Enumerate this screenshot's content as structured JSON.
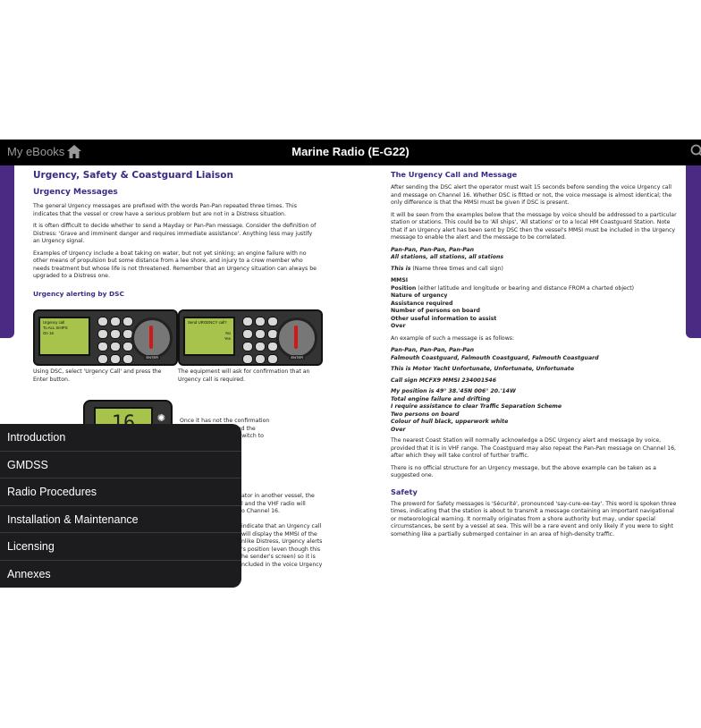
{
  "topbar": {
    "back_label": "My eBooks",
    "title": "Marine Radio (E-G22)"
  },
  "left_page": {
    "section_title": "Urgency, Safety & Coastguard Liaison",
    "subheading": "Urgency Messages",
    "p1": "The general Urgency messages are prefixed with the words Pan-Pan repeated three times. This indicates that the vessel or crew have a serious problem but are not in a Distress situation.",
    "p2": "It is often difficult to decide whether to send a Mayday or Pan-Pan message. Consider the definition of Distress: 'Grave and imminent danger and requires immediate assistance'. Anything less may justify an Urgency signal.",
    "p3": "Examples of Urgency include a boat taking on water, but not yet sinking; an engine failure with no other means of propulsion but some distance from a lee shore, and injury to a crew member who needs treatment but whose life is not threatened. Remember that an Urgency situation can always be upgraded to a Distress one.",
    "dsc_heading": "Urgency alerting by DSC",
    "radio1_screen": [
      "Urgency call",
      "To ALL SHIPS",
      "On 16"
    ],
    "radio2_screen": [
      "Send URGENCY call?",
      "No",
      "Yes"
    ],
    "radio_enter": "ENTER",
    "caption1": "Using DSC, select 'Urgency Call' and press the Enter button.",
    "caption2": "The equipment will ask for confirmation that an Urgency call is required.",
    "mini_screen": "16",
    "partial_lines_a": [
      "Once it has not the confirmation",
      "rt and the",
      "switch to"
    ],
    "partial_lines_b": [
      "ator in another vessel, the",
      "l and the VHF radio will",
      "o Channel 16."
    ],
    "partial_lines_c": [
      "indicate that an Urgency call",
      "will display the MMSI of the",
      "nlike Distress, Urgency alerts",
      "'s position (even though this",
      "he sender's screen) so it is",
      "ncluded in the voice Urgency"
    ]
  },
  "right_page": {
    "heading": "The Urgency Call and Message",
    "p1": "After sending the DSC alert the operator must wait 15 seconds before sending the voice Urgency call and message on Channel 16. Whether DSC is fitted or not, the voice message is almost identical; the only difference is that the MMSI must be given if DSC is present.",
    "p2": "It will be seen from the examples below that the message by voice should be addressed to a particular station or stations. This could be to 'All ships', 'All stations' or to a local HM Coastguard Station. Note that if an Urgency alert has been sent by DSC then the vessel's MMSI must be included in the Urgency message to enable the alert and the message to be correlated.",
    "call1": "Pan-Pan, Pan-Pan, Pan-Pan",
    "call2": "All stations, all stations, all stations",
    "this_is": "This is",
    "this_is_rest": " (Name three times and call sign)",
    "mmsi": "MMSI",
    "position": "Position",
    "position_rest": " (either latitude and longitude or bearing and distance FROM a charted object)",
    "nature": "Nature of urgency",
    "assistance": "Assistance required",
    "persons": "Number of persons on board",
    "other": "Other useful information to assist",
    "over": "Over",
    "example_intro": "An example of such a message is as follows:",
    "ex1": "Pan-Pan, Pan-Pan, Pan-Pan",
    "ex2": "Falmouth Coastguard, Falmouth Coastguard, Falmouth Coastguard",
    "ex3": "This is Motor Yacht Unfortunate, Unfortunate, Unfortunate",
    "ex4": "Call sign MCFX9 MMSI 234001546",
    "ex5": "My position is 49° 38.'45N 006° 20.'14W",
    "ex6": "Total engine failure and drifting",
    "ex7": "I require assistance to clear Traffic Separation Scheme",
    "ex8": "Two persons on board",
    "ex9": "Colour of hull black, upperwork white",
    "ex10": "Over",
    "p3": "The nearest Coast Station will normally acknowledge a DSC Urgency alert and message by voice, provided that it is in VHF range. The Coastguard may also repeat the Pan-Pan message on Channel 16, after which they will take control of further traffic.",
    "p4": "There is no official structure for an Urgency message, but the above example can be taken as a suggested one.",
    "safety_heading": "Safety",
    "p5": "The proword for Safety messages is 'Sécurité', pronounced 'say-cure-ee-tay'. This word is spoken three times, indicating that the station is about to transmit a message containing an important navigational or meteorological warning. It normally originates from a shore authority but may, under special circumstances, be sent by a vessel at sea. This will be a rare event and only likely if you were to sight something like a partially submerged container in an area of high-density traffic."
  },
  "menu": {
    "items": [
      "Introduction",
      "GMDSS",
      "Radio Procedures",
      "Installation & Maintenance",
      "Licensing",
      "Annexes"
    ]
  }
}
